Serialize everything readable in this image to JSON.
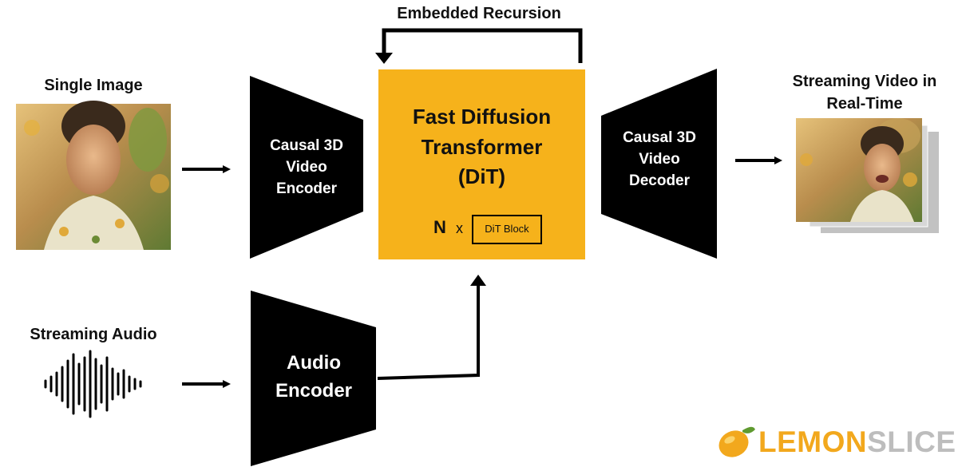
{
  "diagram": {
    "recursion_label": "Embedded Recursion",
    "image_input_label": "Single Image",
    "audio_input_label": "Streaming Audio",
    "output_label_line1": "Streaming Video in",
    "output_label_line2": "Real-Time",
    "video_encoder": [
      "Causal 3D",
      "Video",
      "Encoder"
    ],
    "audio_encoder": [
      "Audio",
      "Encoder"
    ],
    "dit_title": [
      "Fast Diffusion",
      "Transformer",
      "(DiT)"
    ],
    "dit_repeat_n": "N",
    "dit_repeat_x": "x",
    "dit_block_label": "DiT Block",
    "video_decoder": [
      "Causal 3D",
      "Video",
      "Decoder"
    ]
  },
  "logo": {
    "lemon": "LEMON",
    "slice": "SLICE"
  },
  "colors": {
    "dit_box": "#f6b21b",
    "block_fill": "#000000",
    "logo_lemon": "#f2a81d",
    "logo_slice": "#bdbdbd",
    "photo_warm": "#c9a45e",
    "photo_green": "#6f8a3a"
  }
}
